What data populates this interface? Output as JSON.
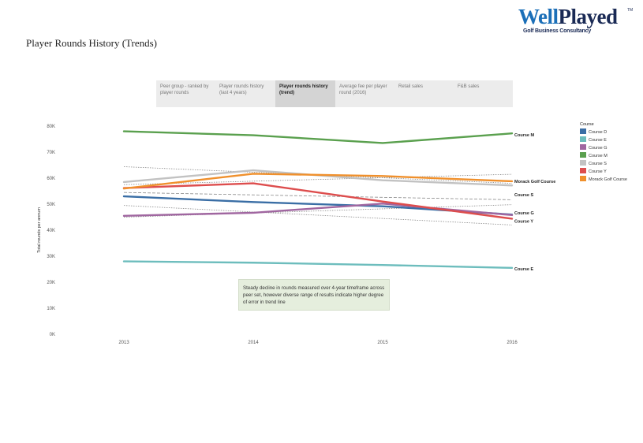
{
  "header": {
    "logo_brand_1": "Well",
    "logo_brand_2": "Played",
    "logo_tm": "TM",
    "logo_tagline": "Golf Business Consultancy",
    "page_title": "Player Rounds History (Trends)"
  },
  "tabs": [
    {
      "label": "Peer group - ranked by player rounds",
      "active": false
    },
    {
      "label": "Player rounds history (last 4 years)",
      "active": false
    },
    {
      "label": "Player rounds history (trend)",
      "active": true
    },
    {
      "label": "Average fee per player round (2016)",
      "active": false
    },
    {
      "label": "Retail sales",
      "active": false
    },
    {
      "label": "F&B sales",
      "active": false
    }
  ],
  "annotation": "Steady decline in rounds measured over 4-year timeframe across peer set, however diverse range of results indicate higher degree of error in trend line",
  "chart_data": {
    "type": "line",
    "title": "",
    "xlabel": "",
    "ylabel": "Total rounds per annum",
    "x": [
      "2013",
      "2014",
      "2015",
      "2016"
    ],
    "ylim": [
      0,
      80000
    ],
    "yticks": [
      0,
      10000,
      20000,
      30000,
      40000,
      50000,
      60000,
      70000,
      80000
    ],
    "ytick_labels": [
      "0K",
      "10K",
      "20K",
      "30K",
      "40K",
      "50K",
      "60K",
      "70K",
      "80K"
    ],
    "grid": false,
    "legend_title": "Course",
    "legend_placement": "right",
    "series": [
      {
        "name": "Course D",
        "color": "#3a6ea5",
        "values": [
          53000,
          50800,
          49200,
          46000
        ],
        "end_label": "Course G"
      },
      {
        "name": "Course E",
        "color": "#6dbdbd",
        "values": [
          28000,
          27500,
          26600,
          25500
        ],
        "end_label": "Course E"
      },
      {
        "name": "Course G",
        "color": "#a066a0",
        "values": [
          45500,
          46700,
          50200,
          45800
        ],
        "end_label": ""
      },
      {
        "name": "Course M",
        "color": "#5aa04e",
        "values": [
          78000,
          76500,
          73500,
          77200
        ],
        "end_label": "Course M"
      },
      {
        "name": "Course S",
        "color": "#c2c2c2",
        "values": [
          58500,
          63000,
          59200,
          57200
        ],
        "end_label": "Course S"
      },
      {
        "name": "Course Y",
        "color": "#dd4d4d",
        "values": [
          56200,
          58000,
          51000,
          44400
        ],
        "end_label": "Course Y"
      },
      {
        "name": "Morack Golf Course",
        "color": "#f0902c",
        "values": [
          56000,
          61700,
          60800,
          58800
        ],
        "end_label": "Morack Golf Course"
      }
    ],
    "trendlines": [
      {
        "values": [
          64400,
          58000
        ],
        "style": "dotted"
      },
      {
        "values": [
          54500,
          51700
        ],
        "style": "dashed"
      },
      {
        "values": [
          49500,
          42000
        ],
        "style": "dotted"
      },
      {
        "values": [
          45000,
          49800
        ],
        "style": "dotted"
      },
      {
        "values": [
          57500,
          61500
        ],
        "style": "dotted"
      }
    ]
  }
}
